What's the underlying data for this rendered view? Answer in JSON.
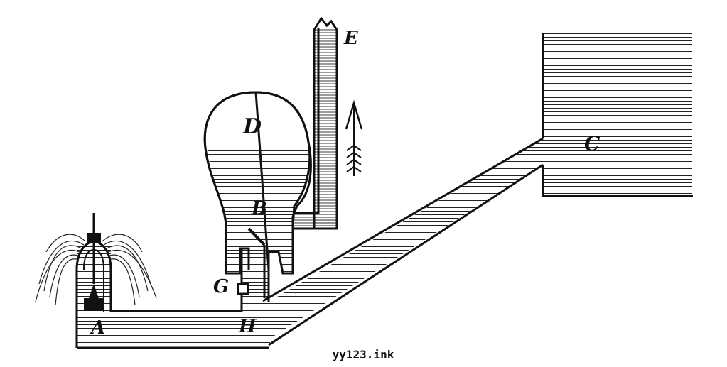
{
  "figure": {
    "labels": {
      "a": "A",
      "b": "B",
      "c": "C",
      "d": "D",
      "e": "E",
      "g": "G",
      "h": "H"
    },
    "watermark": "yy123.ink"
  },
  "colors": {
    "ink": "#111111",
    "paper": "#ffffff"
  }
}
